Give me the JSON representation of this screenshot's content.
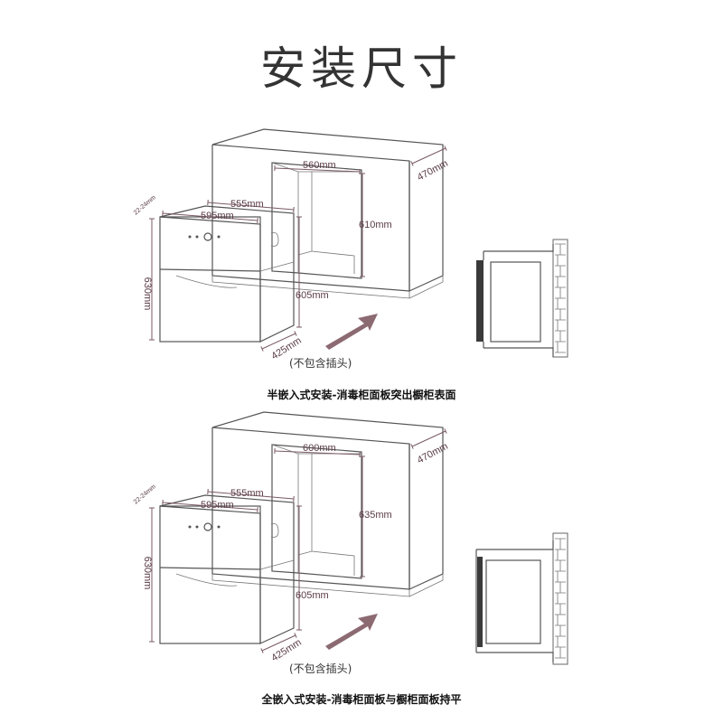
{
  "title": "安装尺寸",
  "sections": [
    {
      "opening_width": "560mm",
      "opening_height": "610mm",
      "cabinet_depth": "470mm",
      "unit_front_width": "595mm",
      "unit_body_width": "555mm",
      "unit_height": "630mm",
      "unit_depth": "425mm",
      "panel_thickness": "22-24mm",
      "opening_depth": "605mm",
      "note": "(不包含插头)",
      "caption": "半嵌入式安装-消毒柜面板突出橱柜表面"
    },
    {
      "opening_width": "600mm",
      "opening_height": "635mm",
      "cabinet_depth": "470mm",
      "unit_front_width": "595mm",
      "unit_body_width": "555mm",
      "unit_height": "630mm",
      "unit_depth": "425mm",
      "panel_thickness": "22-24mm",
      "opening_depth": "605mm",
      "note": "(不包含插头)",
      "caption": "全嵌入式安装-消毒柜面板与橱柜面板持平"
    }
  ],
  "colors": {
    "dimension": "#5a3c46",
    "arrow": "#8c6a72",
    "line": "#555555"
  }
}
